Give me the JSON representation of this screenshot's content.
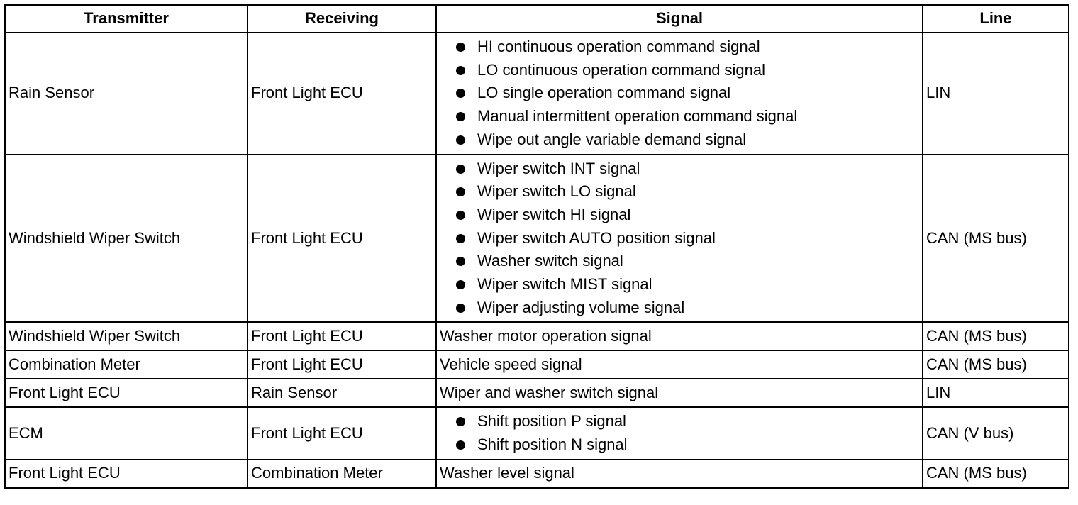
{
  "table": {
    "headers": [
      "Transmitter",
      "Receiving",
      "Signal",
      "Line"
    ],
    "rows": [
      {
        "transmitter": "Rain Sensor",
        "receiving": "Front Light ECU",
        "signals": [
          "HI continuous operation command signal",
          "LO continuous operation command signal",
          "LO single operation command signal",
          "Manual intermittent operation command signal",
          "Wipe out angle variable demand signal"
        ],
        "line": "LIN"
      },
      {
        "transmitter": "Windshield Wiper Switch",
        "receiving": "Front Light ECU",
        "signals": [
          "Wiper switch INT signal",
          "Wiper switch LO signal",
          "Wiper switch HI signal",
          "Wiper switch AUTO position signal",
          "Washer switch signal",
          "Wiper switch MIST signal",
          "Wiper adjusting volume signal"
        ],
        "line": "CAN (MS bus)"
      },
      {
        "transmitter": "Windshield Wiper Switch",
        "receiving": "Front Light ECU",
        "signal": "Washer motor operation signal",
        "line": "CAN (MS bus)"
      },
      {
        "transmitter": "Combination Meter",
        "receiving": "Front Light ECU",
        "signal": "Vehicle speed signal",
        "line": "CAN (MS bus)"
      },
      {
        "transmitter": "Front Light ECU",
        "receiving": "Rain Sensor",
        "signal": "Wiper and washer switch signal",
        "line": "LIN"
      },
      {
        "transmitter": "ECM",
        "receiving": "Front Light ECU",
        "signals": [
          "Shift position P signal",
          "Shift position N signal"
        ],
        "line": "CAN (V bus)"
      },
      {
        "transmitter": "Front Light ECU",
        "receiving": "Combination Meter",
        "signal": "Washer level signal",
        "line": "CAN (MS bus)"
      }
    ]
  }
}
